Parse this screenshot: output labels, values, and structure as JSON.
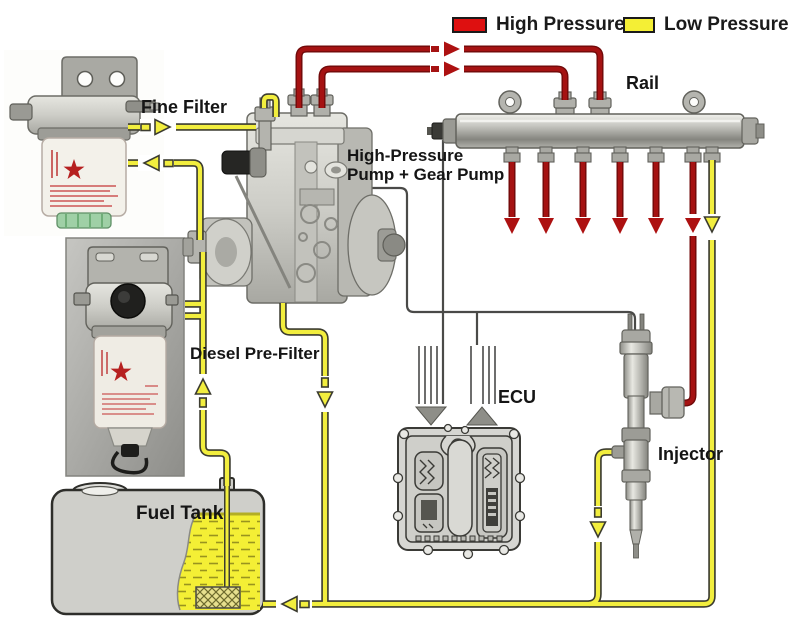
{
  "legend": {
    "high_pressure": {
      "label": "High Pressure",
      "color": "#de1010"
    },
    "low_pressure": {
      "label": "Low Pressure",
      "color": "#f4ef35"
    }
  },
  "labels": {
    "fine_filter": "Fine Filter",
    "hp_pump_line1": "High-Pressure",
    "hp_pump_line2": "Pump + Gear Pump",
    "rail": "Rail",
    "ecu": "ECU",
    "injector": "Injector",
    "diesel_pre_filter": "Diesel Pre-Filter",
    "fuel_tank": "Fuel Tank"
  },
  "line_colors": {
    "high_pressure_line": "#a51212",
    "low_pressure_line": "#f2ee3e",
    "signal_wire": "#4a4a48"
  }
}
